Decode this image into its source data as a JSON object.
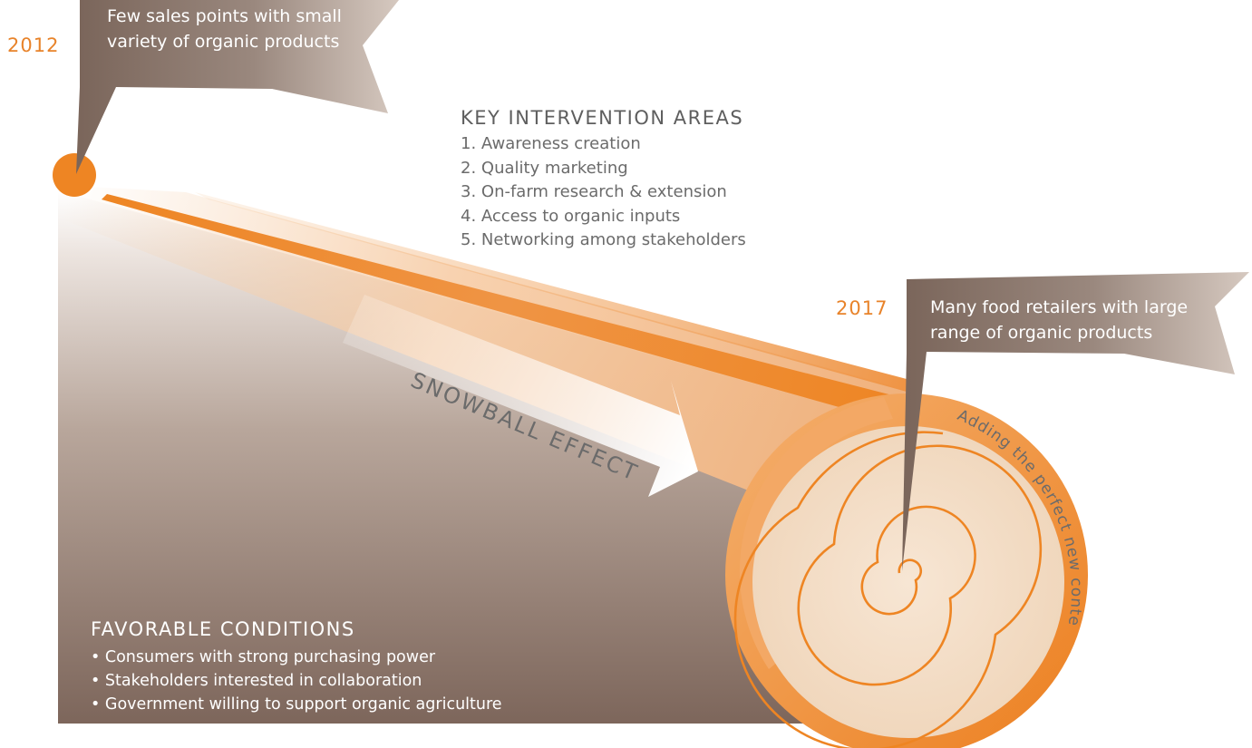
{
  "milestones": {
    "start": {
      "year": "2012",
      "lines": [
        "Few sales points with small",
        "variety of organic products"
      ]
    },
    "end": {
      "year": "2017",
      "lines": [
        "Many food retailers with large",
        "range of organic products"
      ]
    }
  },
  "key_intervention": {
    "heading": "KEY INTERVENTION AREAS",
    "items": [
      "1. Awareness creation",
      "2. Quality marketing",
      "3. On-farm research & extension",
      "4. Access to organic inputs",
      "5. Networking among stakeholders"
    ]
  },
  "favorable_conditions": {
    "heading": "FAVORABLE CONDITIONS",
    "items": [
      "• Consumers with strong purchasing power",
      "• Stakeholders interested in collaboration",
      "• Government willing to support organic agriculture"
    ]
  },
  "arrow_label": "SNOWBALL EFFECT",
  "curve_label": "Adding the perfect new content",
  "colors": {
    "orange": "#ee8523",
    "light_orange": "#f3a865",
    "cream": "#f3ddc6",
    "taupe_dark": "#7d675c",
    "taupe_light": "#d7c7bd",
    "text_gray": "#6b6b6b"
  }
}
